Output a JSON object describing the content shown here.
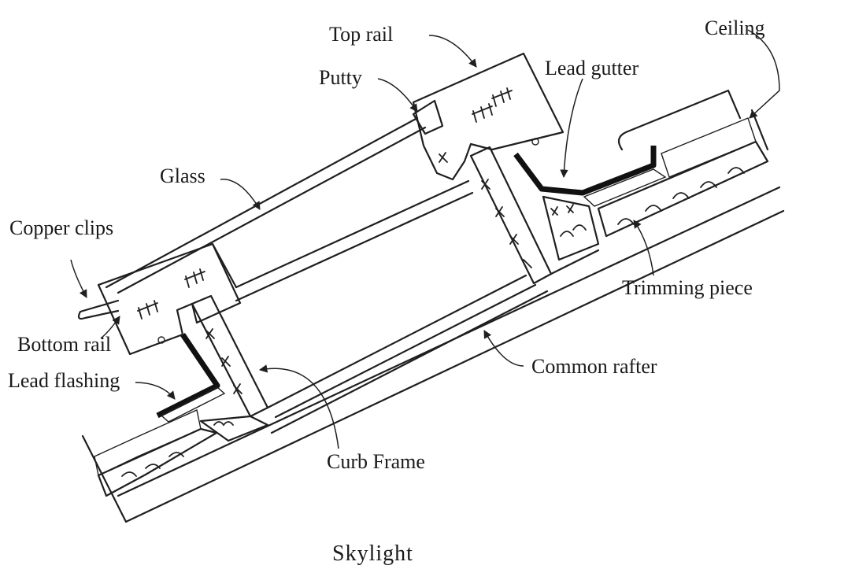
{
  "labels": {
    "top_rail": "Top rail",
    "ceiling": "Ceiling",
    "putty": "Putty",
    "lead_gutter": "Lead gutter",
    "glass": "Glass",
    "copper_clips": "Copper clips",
    "bottom_rail": "Bottom rail",
    "lead_flashing": "Lead flashing",
    "trimming_piece": "Trimming piece",
    "common_rafter": "Common rafter",
    "curb_frame": "Curb Frame"
  },
  "caption": "Skylight"
}
